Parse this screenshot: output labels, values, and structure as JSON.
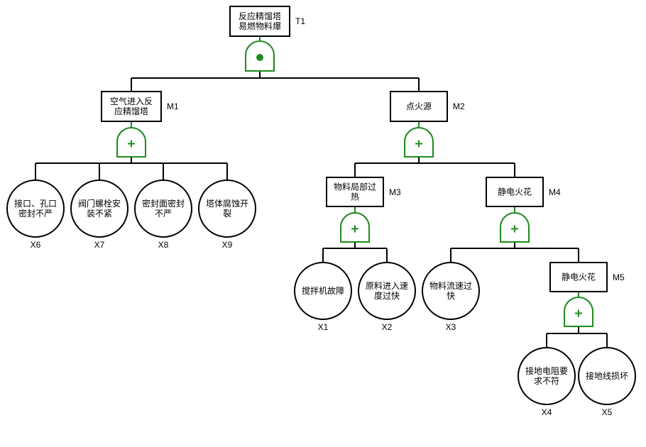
{
  "diagram": {
    "type": "fault-tree",
    "colors": {
      "gate": "#1e8a1e",
      "line": "#000000"
    },
    "events": [
      {
        "id": "T1",
        "kind": "top",
        "lines": [
          "反应精馏塔",
          "易燃物料爆"
        ],
        "gate": "and"
      },
      {
        "id": "M1",
        "kind": "intermediate",
        "lines": [
          "空气进入反",
          "应精馏塔"
        ],
        "gate": "or",
        "parent": "T1"
      },
      {
        "id": "M2",
        "kind": "intermediate",
        "lines": [
          "点火源"
        ],
        "gate": "or",
        "parent": "T1"
      },
      {
        "id": "M3",
        "kind": "intermediate",
        "lines": [
          "物料局部过",
          "热"
        ],
        "gate": "or",
        "parent": "M2"
      },
      {
        "id": "M4",
        "kind": "intermediate",
        "lines": [
          "静电火花"
        ],
        "gate": "or",
        "parent": "M2"
      },
      {
        "id": "M5",
        "kind": "intermediate",
        "lines": [
          "静电火花"
        ],
        "gate": "or",
        "parent": "M4"
      },
      {
        "id": "X6",
        "kind": "basic",
        "lines": [
          "接口、孔口",
          "密封不严"
        ],
        "parent": "M1"
      },
      {
        "id": "X7",
        "kind": "basic",
        "lines": [
          "阀门螺栓安",
          "装不紧"
        ],
        "parent": "M1"
      },
      {
        "id": "X8",
        "kind": "basic",
        "lines": [
          "密封面密封",
          "不严"
        ],
        "parent": "M1"
      },
      {
        "id": "X9",
        "kind": "basic",
        "lines": [
          "塔体腐蚀开",
          "裂"
        ],
        "parent": "M1"
      },
      {
        "id": "X1",
        "kind": "basic",
        "lines": [
          "搅拌机故障"
        ],
        "parent": "M3"
      },
      {
        "id": "X2",
        "kind": "basic",
        "lines": [
          "原料进入速",
          "度过快"
        ],
        "parent": "M3"
      },
      {
        "id": "X3",
        "kind": "basic",
        "lines": [
          "物料流速过",
          "快"
        ],
        "parent": "M4"
      },
      {
        "id": "X4",
        "kind": "basic",
        "lines": [
          "接地电阻要",
          "求不符"
        ],
        "parent": "M5"
      },
      {
        "id": "X5",
        "kind": "basic",
        "lines": [
          "接地线损坏"
        ],
        "parent": "M5"
      }
    ]
  }
}
